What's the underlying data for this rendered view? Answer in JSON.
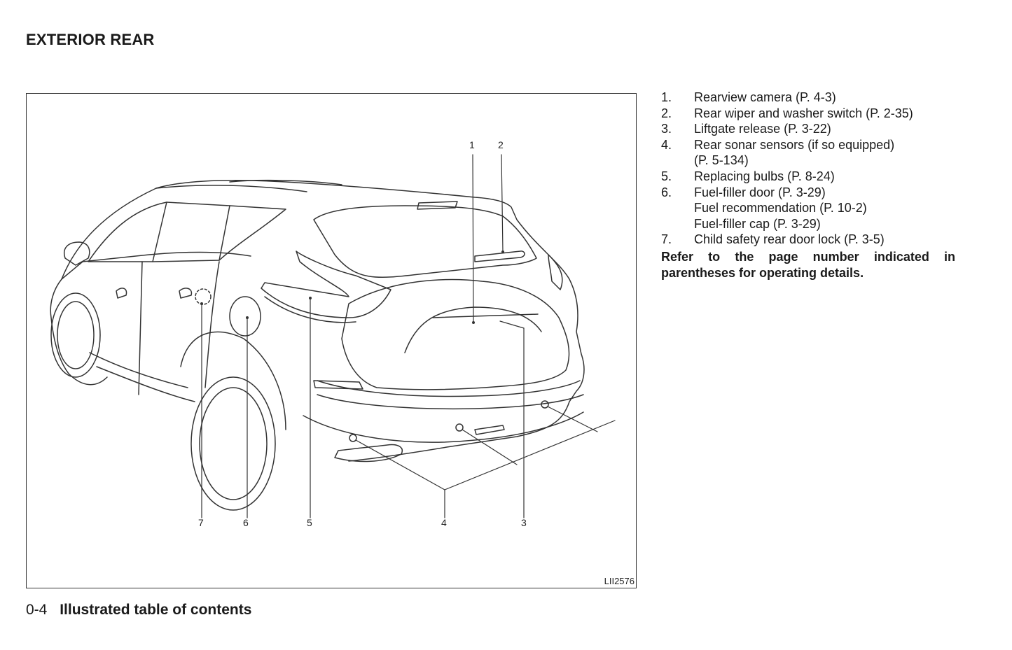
{
  "page": {
    "title": "EXTERIOR REAR",
    "footer_page": "0-4",
    "footer_section": "Illustrated table of contents"
  },
  "figure": {
    "code": "LII2576",
    "callouts": [
      "1",
      "2",
      "3",
      "4",
      "5",
      "6",
      "7"
    ]
  },
  "legend": {
    "items": [
      {
        "num": "1.",
        "lines": [
          "Rearview camera (P. 4-3)"
        ]
      },
      {
        "num": "2.",
        "lines": [
          "Rear wiper and washer switch (P. 2-35)"
        ]
      },
      {
        "num": "3.",
        "lines": [
          "Liftgate release (P. 3-22)"
        ]
      },
      {
        "num": "4.",
        "lines": [
          "Rear sonar sensors (if so equipped)",
          "(P. 5-134)"
        ]
      },
      {
        "num": "5.",
        "lines": [
          "Replacing bulbs (P. 8-24)"
        ]
      },
      {
        "num": "6.",
        "lines": [
          "Fuel-filler door (P. 3-29)",
          "Fuel recommendation (P. 10-2)",
          "Fuel-filler cap (P. 3-29)"
        ]
      },
      {
        "num": "7.",
        "lines": [
          "Child safety rear door lock (P. 3-5)"
        ]
      }
    ],
    "note": "Refer to the page number indicated in parentheses for operating details."
  }
}
